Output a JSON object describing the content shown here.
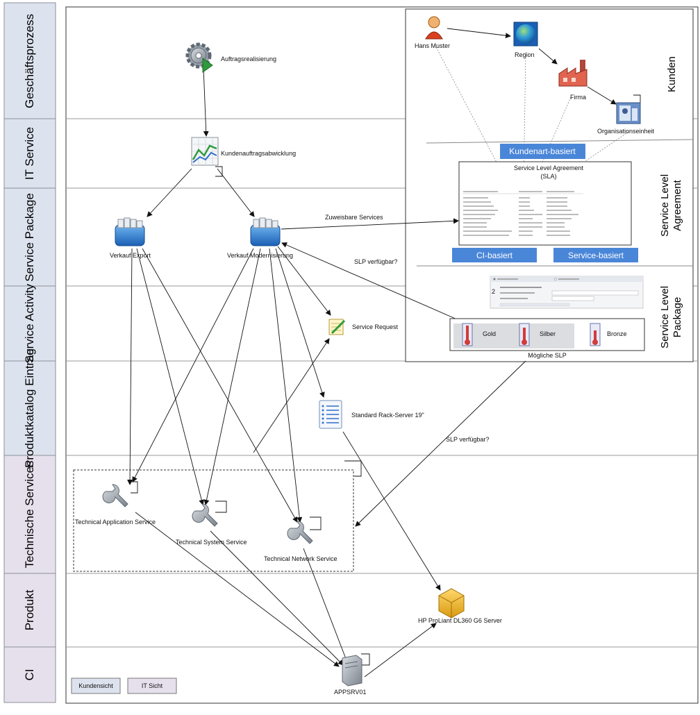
{
  "lanes": [
    {
      "id": "geschaeftsprozess",
      "label": "Geschäftsprozess"
    },
    {
      "id": "it-service",
      "label": "IT Service"
    },
    {
      "id": "service-package",
      "label": "Service Package"
    },
    {
      "id": "service-activity",
      "label": "Service Activity"
    },
    {
      "id": "produktkatalog",
      "label": "Produktkatalog Eintrag"
    },
    {
      "id": "technische-services",
      "label": "Technische Services"
    },
    {
      "id": "produkt",
      "label": "Produkt"
    },
    {
      "id": "ci",
      "label": "CI"
    }
  ],
  "nodes": {
    "auftragsrealisierung": "Auftragsrealisierung",
    "kundenauftragsabwicklung": "Kundenauftragsabwicklung",
    "verkauf_export": "Verkauf Export",
    "verkauf_modernisierung": "Verkauf Modernisierung",
    "service_request": "Service Request",
    "standard_rack_server": "Standard Rack-Server 19\"",
    "tech_application": "Technical Application Service",
    "tech_system": "Technical System Service",
    "tech_network": "Technical Network Service",
    "hp_proliant": "HP ProLiant DL360 G6 Server",
    "appsrv01": "APPSRV01"
  },
  "kunden": {
    "title": "Kunden",
    "hans_muster": "Hans Muster",
    "region": "Region",
    "firma": "Firma",
    "organisationseinheit": "Organisationseinheit",
    "kundenart_button": "Kundenart-basiert"
  },
  "sla": {
    "section_title": "Service Level Agreement",
    "box_title_line1": "Service Level Agreement",
    "box_title_line2": "(SLA)",
    "ci_button": "CI-basiert",
    "service_button": "Service-basiert"
  },
  "slp": {
    "section_title": "Service Level Package",
    "gold": "Gold",
    "silber": "Silber",
    "bronze": "Bronze",
    "caption": "Mögliche SLP"
  },
  "edge_labels": {
    "zuweisbare": "Zuweisbare Services",
    "slp1": "SLP verfügbar?",
    "slp2": "SLP verfügbar?"
  },
  "legend": {
    "kundensicht": "Kundensicht",
    "it_sicht": "IT Sicht"
  },
  "colors": {
    "lane_blue": "#dde3ee",
    "lane_purple": "#e6e0ec",
    "button_blue": "#4a86d8",
    "accent_green": "#2e9b3c"
  }
}
